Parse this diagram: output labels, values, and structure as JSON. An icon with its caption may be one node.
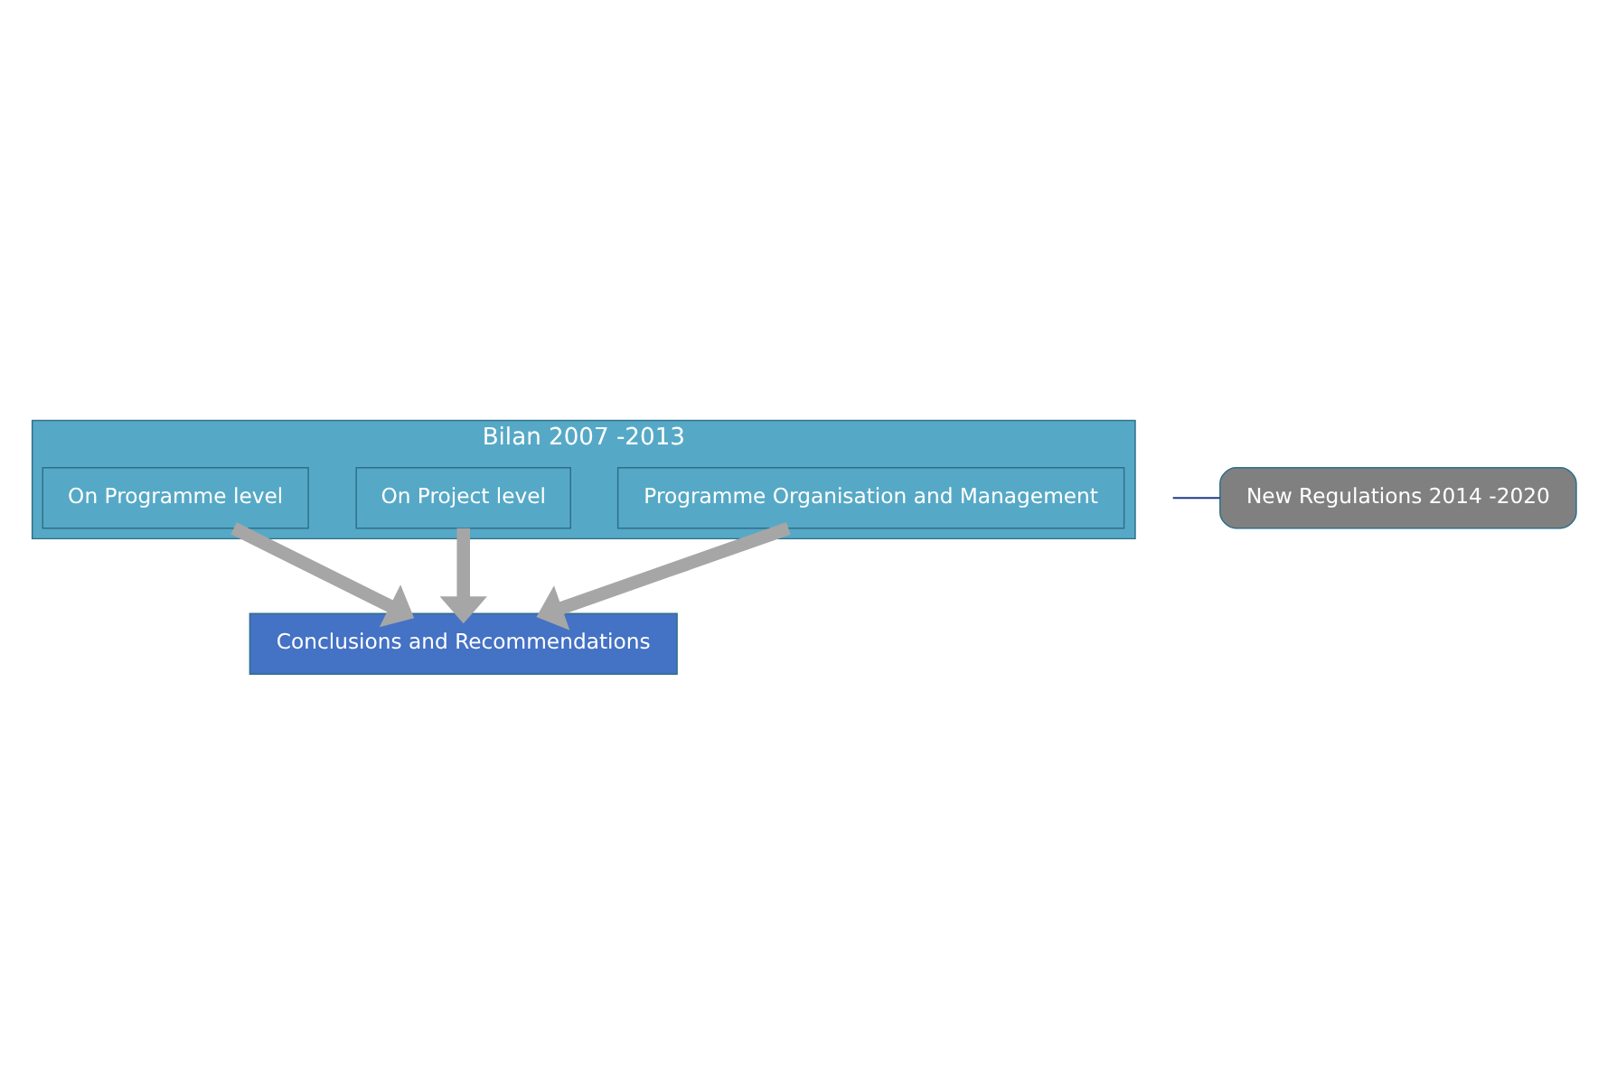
{
  "diagram": {
    "nodes": [
      {
        "text": [
          "Bilan 2007 -2013"
        ]
      },
      {
        "text": [
          "On Programme level"
        ],
        "in": 0
      },
      {
        "text": [
          "On Project level"
        ],
        "in": 0
      },
      {
        "text": [
          "Programme Organisation and Management"
        ],
        "in": 0
      },
      {
        "text": [
          "New Regulations 2014 -2020"
        ]
      },
      {
        "text": [
          "Conclusions and Recommendations"
        ]
      }
    ],
    "edges": [
      {
        "from": 1,
        "to": 5,
        "arrow": "to"
      },
      {
        "from": 2,
        "to": 5,
        "arrow": "to"
      },
      {
        "from": 3,
        "to": 5,
        "arrow": "to"
      },
      {
        "from": null,
        "to": 4,
        "arrow": "none",
        "color": "#1f3a8a"
      }
    ]
  }
}
